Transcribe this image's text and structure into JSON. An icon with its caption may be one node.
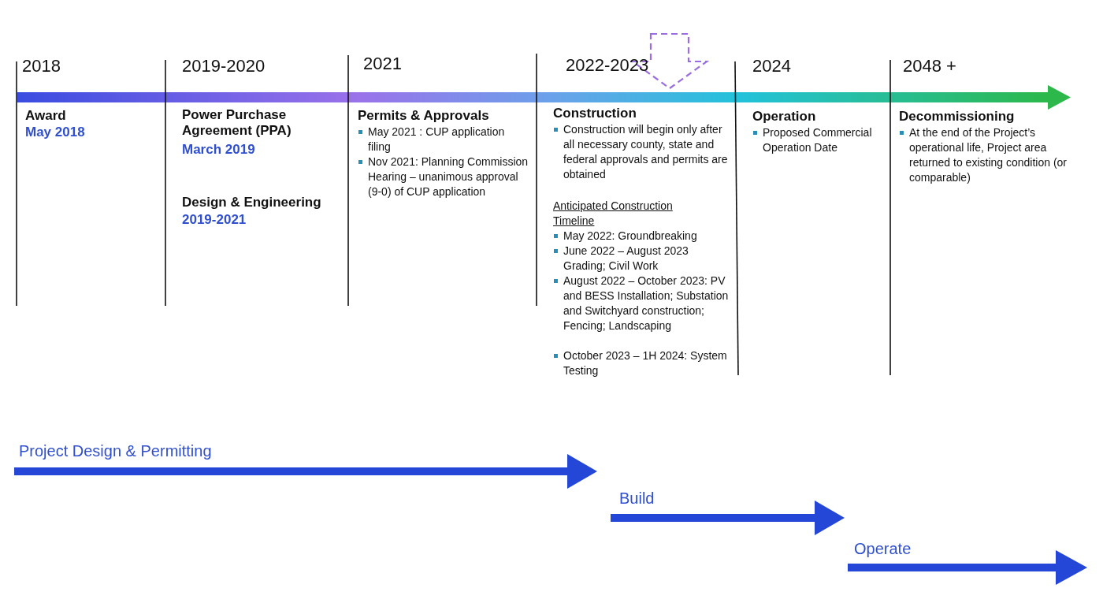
{
  "diagram": {
    "labels": [
      "2018",
      "Award",
      "May 2018",
      "2019-2020",
      "Power Purchase Agreement (PPA)",
      "March 2019",
      "Design & Engineering",
      "2019-2021",
      "2021",
      "Permits & Approvals",
      "May 2021 : CUP application filing",
      "Nov 2021: Planning Commission Hearing – unanimous approval (9-0) of CUP application",
      "2022-2023",
      "Construction",
      "Construction will begin only after all necessary county, state and federal approvals and permits are obtained",
      "Anticipated Construction Timeline",
      "May 2022: Groundbreaking",
      "June 2022 – August 2023 Grading; Civil Work",
      "August 2022 – October 2023: PV and BESS Installation; Substation and Switchyard construction; Fencing; Landscaping",
      "October 2023 – 1H 2024: System Testing",
      "2024",
      "Operation",
      "Proposed Commercial Operation Date",
      "2048 +",
      "Decommissioning",
      "At the end of the Project’s operational life, Project area returned to existing condition (or comparable)",
      "Project Design & Permitting",
      "Build",
      "Operate"
    ]
  }
}
